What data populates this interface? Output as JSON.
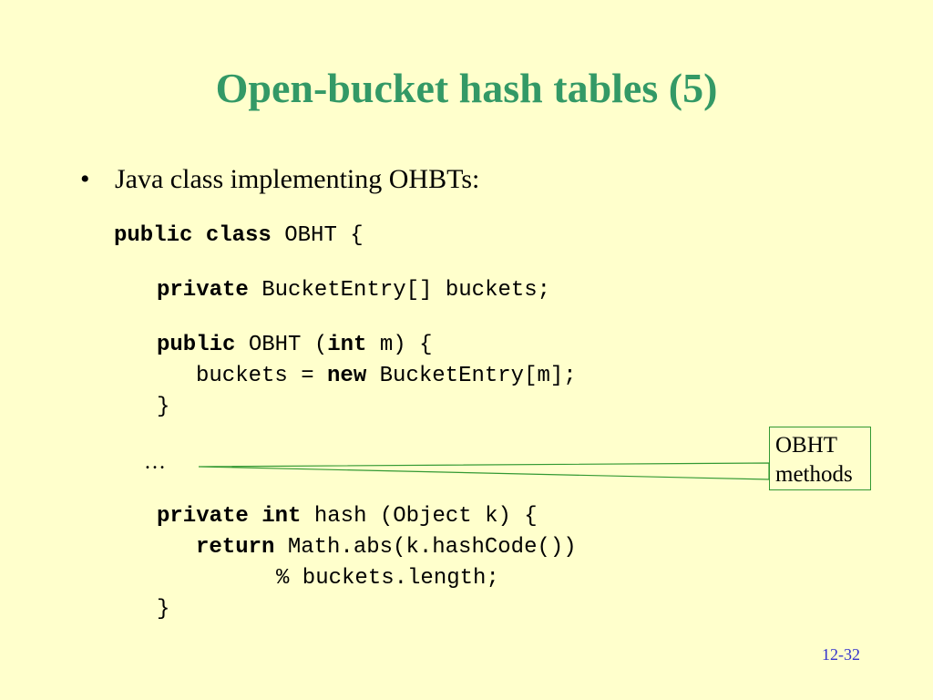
{
  "title": "Open-bucket hash tables (5)",
  "bullet": {
    "marker": "•",
    "text": "Java class implementing OHBTs:"
  },
  "code": {
    "class_decl": {
      "kw": "public class",
      "rest": " OBHT {"
    },
    "field": {
      "kw": "private",
      "rest": " BucketEntry[] buckets;"
    },
    "ctor_sig": {
      "kw1": "public",
      "mid": " OBHT (",
      "kw2": "int",
      "rest": " m) {"
    },
    "ctor_body": {
      "pre": "buckets = ",
      "kw": "new",
      "rest": " BucketEntry[m];"
    },
    "ctor_close": "}",
    "ellipsis": "…",
    "hash_sig": {
      "kw1": "private",
      "sp": " ",
      "kw2": "int",
      "rest": " hash (Object k) {"
    },
    "hash_ret": {
      "kw": "return",
      "rest": " Math.abs(k.hashCode())"
    },
    "hash_ret2": "% buckets.length;",
    "hash_close": "}"
  },
  "callout": {
    "line1": "OBHT",
    "line2": "methods"
  },
  "page_number": "12-32",
  "colors": {
    "background": "#ffffcc",
    "title": "#339966",
    "callout_border": "#339933",
    "page_number": "#3333cc"
  }
}
